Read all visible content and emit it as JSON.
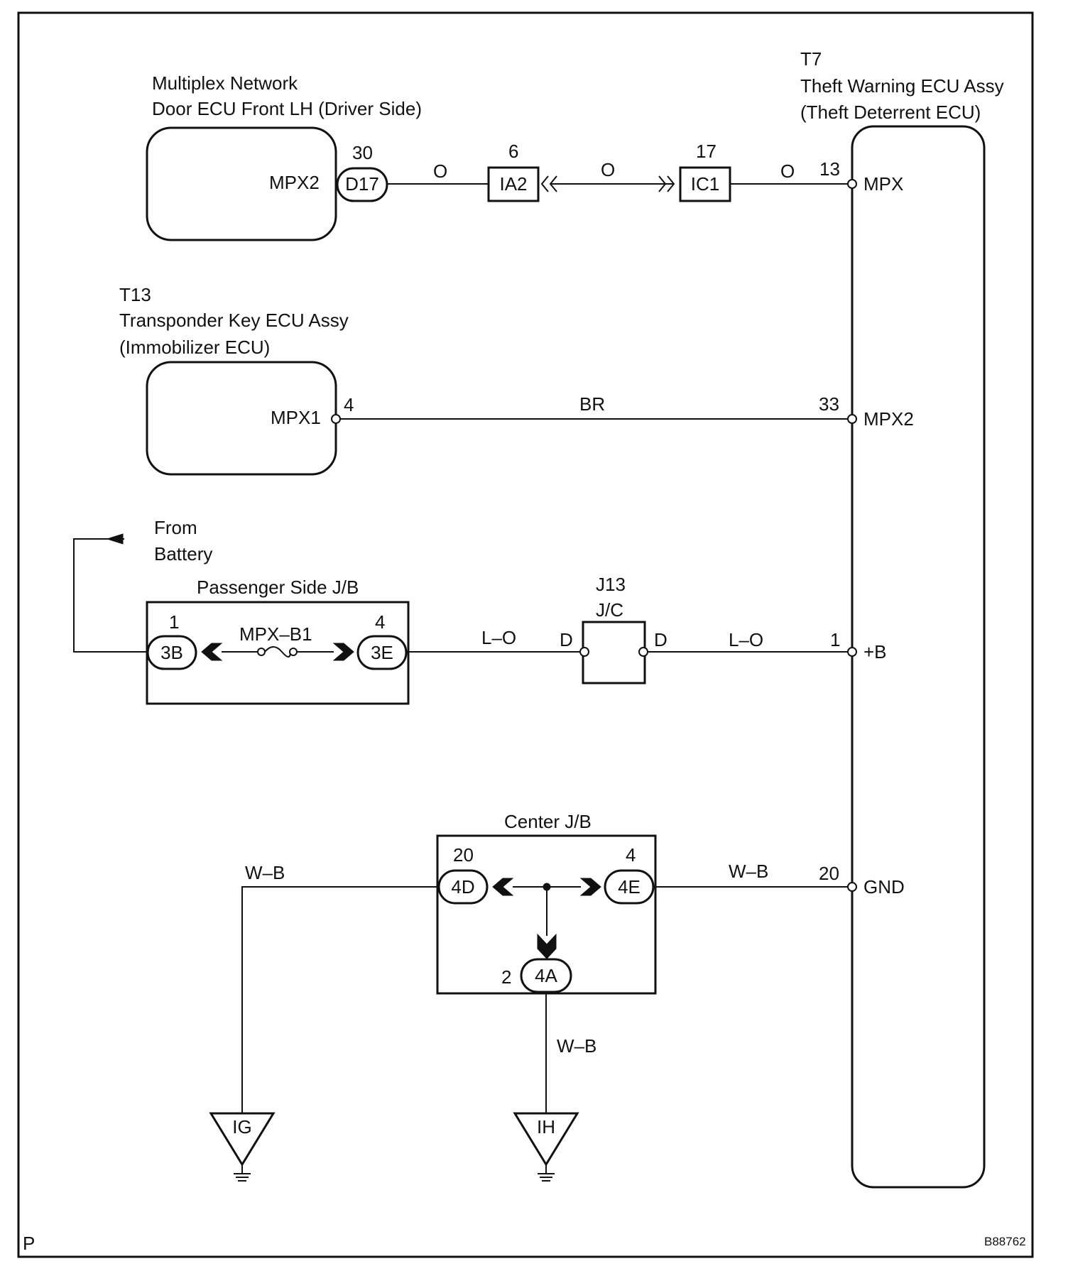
{
  "components": {
    "door_ecu": {
      "title_line1": "Multiplex Network",
      "title_line2": "Door ECU Front LH (Driver Side)",
      "terminal": "MPX2",
      "connector": "D17",
      "pin": "30"
    },
    "theft_ecu": {
      "code": "T7",
      "title_line1": "Theft Warning ECU Assy",
      "title_line2": "(Theft Deterrent ECU)",
      "terminals": [
        {
          "pin": "13",
          "name": "MPX"
        },
        {
          "pin": "33",
          "name": "MPX2"
        },
        {
          "pin": "1",
          "name": "+B"
        },
        {
          "pin": "20",
          "name": "GND"
        }
      ]
    },
    "transponder_ecu": {
      "code": "T13",
      "title_line1": "Transponder Key ECU Assy",
      "title_line2": "(Immobilizer ECU)",
      "terminal": "MPX1",
      "pin": "4"
    }
  },
  "connectors": {
    "ia2": {
      "label": "IA2",
      "pin": "6"
    },
    "ic1": {
      "label": "IC1",
      "pin": "17"
    }
  },
  "wires": {
    "mpx_w1": "O",
    "mpx_w2": "O",
    "mpx_w3": "O",
    "mpx2_wire": "BR",
    "b_w1": "L–O",
    "b_w2": "L–O",
    "gnd_left": "W–B",
    "gnd_right": "W–B",
    "gnd_down": "W–B"
  },
  "battery": {
    "line1": "From",
    "line2": "Battery"
  },
  "passenger_jb": {
    "title": "Passenger Side J/B",
    "left_connector": "3B",
    "left_pin": "1",
    "fuse": "MPX–B1",
    "right_connector": "3E",
    "right_pin": "4"
  },
  "junction": {
    "code": "J13",
    "type": "J/C",
    "left_pin": "D",
    "right_pin": "D"
  },
  "center_jb": {
    "title": "Center J/B",
    "left_connector": "4D",
    "left_pin": "20",
    "right_connector": "4E",
    "right_pin": "4",
    "bottom_connector": "4A",
    "bottom_pin": "2"
  },
  "grounds": {
    "ig": "IG",
    "ih": "IH"
  },
  "footer": {
    "corner": "P",
    "code": "B88762"
  }
}
